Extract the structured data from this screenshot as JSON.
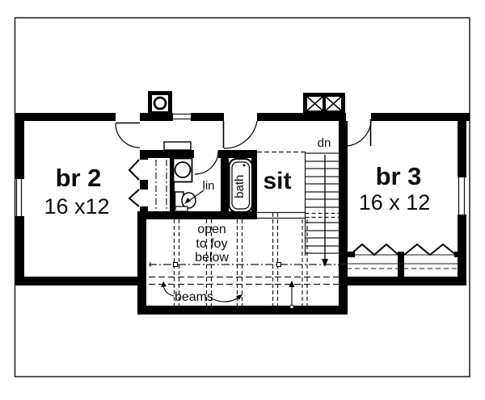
{
  "plan": {
    "rooms": {
      "br2": {
        "name": "br 2",
        "dims": "16 x12"
      },
      "br3": {
        "name": "br 3",
        "dims": "16 x 12"
      },
      "sit": {
        "name": "sit"
      },
      "bath": {
        "name": "bath"
      },
      "linen": {
        "name": "lin"
      }
    },
    "annotations": {
      "stair_direction": "dn",
      "open_to_foyer": "open\nto foy\nbelow",
      "beams": "beams"
    },
    "colors": {
      "wall": "#000000",
      "paper": "#ffffff",
      "thin_line": "#1a1a1a",
      "border": "#2a2a2a"
    }
  }
}
